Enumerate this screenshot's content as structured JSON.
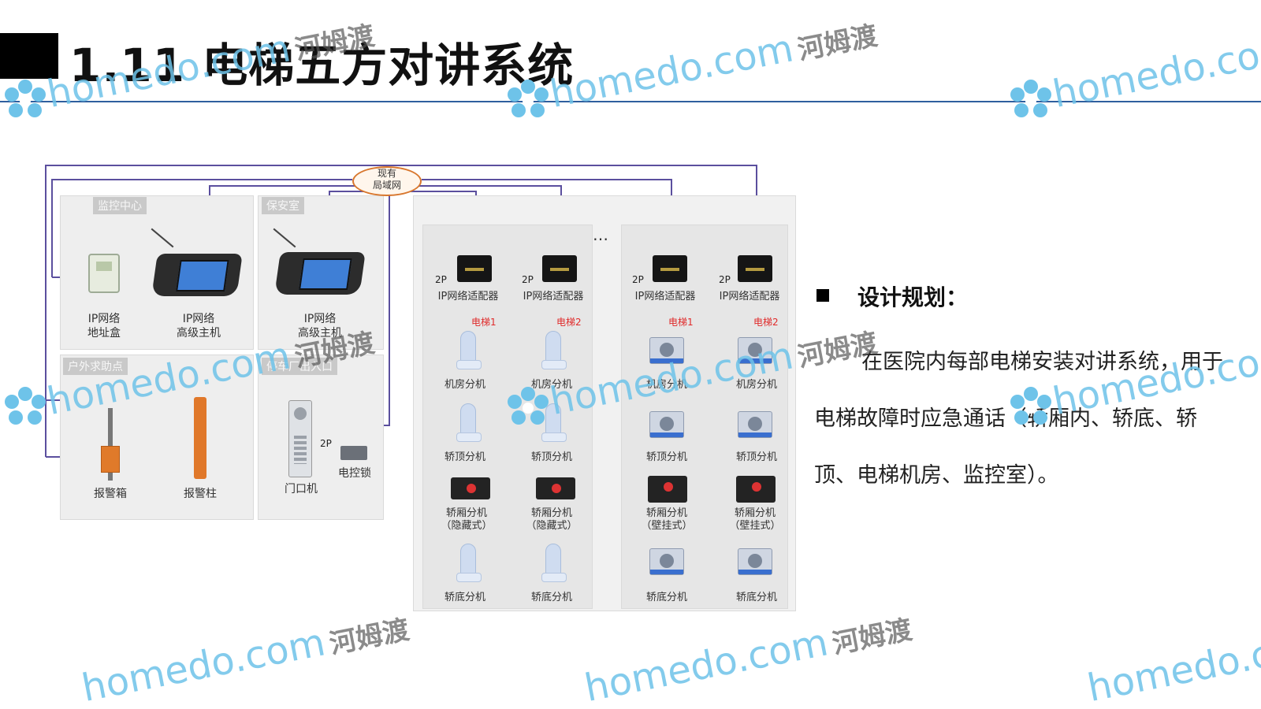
{
  "header": {
    "title": "1.11 电梯五方对讲系统"
  },
  "diagram": {
    "lan": "现有\n局域网",
    "panels": {
      "monitor": {
        "tag": "监控中心",
        "addr_box": "IP网络\n地址盒",
        "host": "IP网络\n高级主机"
      },
      "security": {
        "tag": "保安室",
        "host": "IP网络\n高级主机"
      },
      "help_point": {
        "tag": "户外求助点",
        "alarm_box": "报警箱",
        "alarm_post": "报警柱"
      },
      "parking": {
        "tag": "停车厂出入口",
        "door_unit": "门口机",
        "lock": "电控锁",
        "wire": "2P"
      }
    },
    "ellipsis": "…",
    "columns": [
      {
        "adapter": "IP网络适配器",
        "wire": "2P",
        "elevator": "电梯1",
        "units": [
          "机房分机",
          "轿顶分机",
          "轿厢分机\n（隐藏式）",
          "轿底分机"
        ]
      },
      {
        "adapter": "IP网络适配器",
        "wire": "2P",
        "elevator": "电梯2",
        "units": [
          "机房分机",
          "轿顶分机",
          "轿厢分机\n（隐藏式）",
          "轿底分机"
        ]
      },
      {
        "adapter": "IP网络适配器",
        "wire": "2P",
        "elevator": "电梯1",
        "units": [
          "机房分机",
          "轿顶分机",
          "轿厢分机\n（壁挂式）",
          "轿底分机"
        ]
      },
      {
        "adapter": "IP网络适配器",
        "wire": "2P",
        "elevator": "电梯2",
        "units": [
          "机房分机",
          "轿顶分机",
          "轿厢分机\n（壁挂式）",
          "轿底分机"
        ]
      }
    ]
  },
  "design": {
    "heading": "设计规划：",
    "body": "在医院内每部电梯安装对讲系统，用于电梯故障时应急通话（轿厢内、轿底、轿顶、电梯机房、监控室）。"
  },
  "watermark": {
    "en": "homedo.com",
    "cn": "河姆渡"
  },
  "colors": {
    "title_rule": "#2f5f9e",
    "wire_blue": "#3d8fd6",
    "wire_purple": "#5b4f9e",
    "lan_orange": "#d8772e",
    "elevator_label_red": "#e02a2a",
    "watermark": "#6ec3e9"
  }
}
